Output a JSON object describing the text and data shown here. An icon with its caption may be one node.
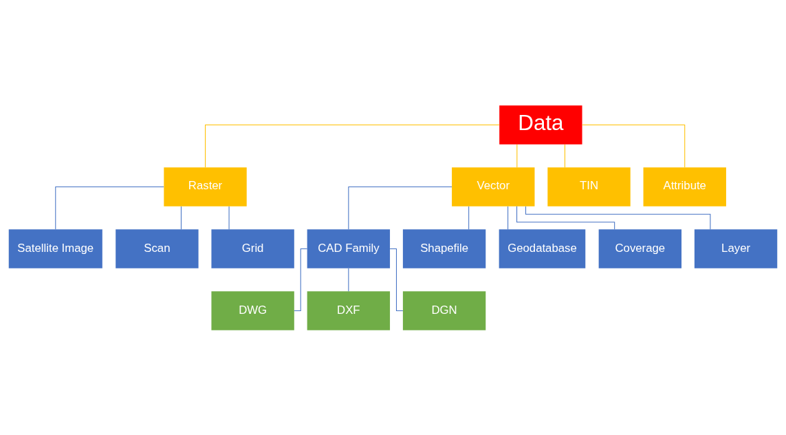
{
  "diagram": {
    "nodes": [
      {
        "text": [
          "Data"
        ]
      },
      {
        "text": [
          "Raster"
        ]
      },
      {
        "text": [
          "Vector"
        ]
      },
      {
        "text": [
          "TIN"
        ]
      },
      {
        "text": [
          "Attribute"
        ]
      },
      {
        "text": [
          "Satellite Image"
        ]
      },
      {
        "text": [
          "Scan"
        ]
      },
      {
        "text": [
          "Grid"
        ]
      },
      {
        "text": [
          "CAD Family"
        ]
      },
      {
        "text": [
          "Shapefile"
        ]
      },
      {
        "text": [
          "Geodatabase"
        ]
      },
      {
        "text": [
          "Coverage"
        ]
      },
      {
        "text": [
          "Layer"
        ]
      },
      {
        "text": [
          "DWG"
        ]
      },
      {
        "text": [
          "DXF"
        ]
      },
      {
        "text": [
          "DGN"
        ]
      }
    ],
    "edges": [
      {
        "from": 0,
        "to": 1,
        "arrow": "none",
        "color": "#ffc000"
      },
      {
        "from": 0,
        "to": 2,
        "arrow": "none",
        "color": "#ffc000"
      },
      {
        "from": 0,
        "to": 3,
        "arrow": "none",
        "color": "#ffc000"
      },
      {
        "from": 0,
        "to": 4,
        "arrow": "none",
        "color": "#ffc000"
      },
      {
        "from": 1,
        "to": 5,
        "arrow": "none"
      },
      {
        "from": 1,
        "to": 6,
        "arrow": "none"
      },
      {
        "from": 1,
        "to": 7,
        "arrow": "none"
      },
      {
        "from": 2,
        "to": 8,
        "arrow": "none"
      },
      {
        "from": 2,
        "to": 9,
        "arrow": "none"
      },
      {
        "from": 2,
        "to": 10,
        "arrow": "none"
      },
      {
        "from": 2,
        "to": 11,
        "arrow": "none"
      },
      {
        "from": 2,
        "to": 12,
        "arrow": "none"
      },
      {
        "from": 8,
        "to": 13,
        "arrow": "none"
      },
      {
        "from": 8,
        "to": 14,
        "arrow": "none"
      },
      {
        "from": 8,
        "to": 15,
        "arrow": "none"
      }
    ]
  }
}
